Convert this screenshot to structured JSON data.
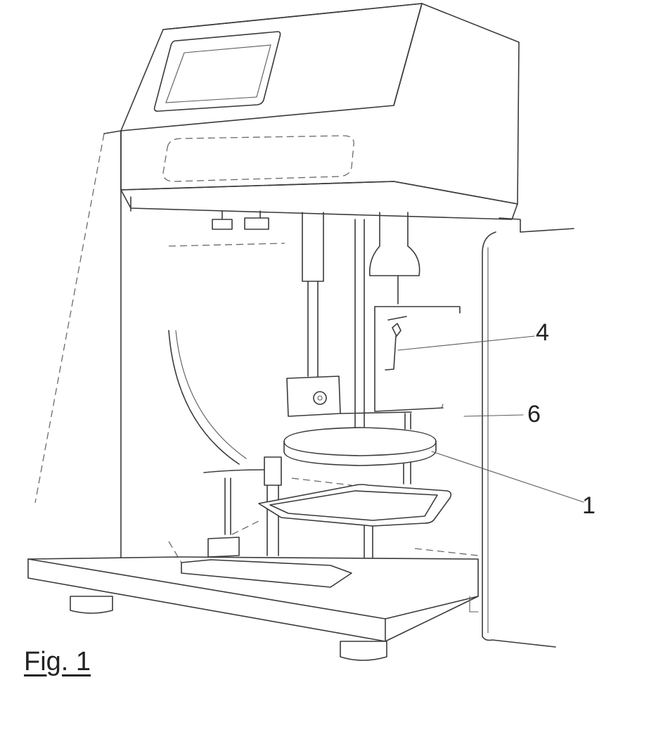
{
  "figure": {
    "caption": "Fig. 1",
    "labels": {
      "part_4": "4",
      "part_6": "6",
      "part_1": "1"
    }
  }
}
